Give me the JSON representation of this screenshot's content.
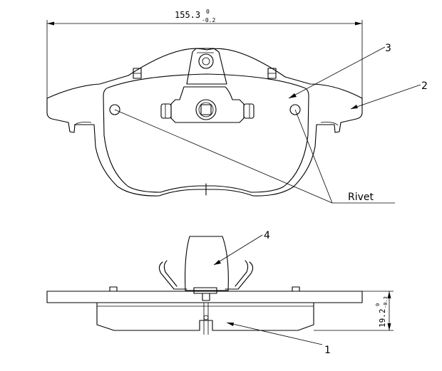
{
  "dimensions": {
    "width": {
      "value": "155.3",
      "tol_upper": "0",
      "tol_lower": "-0.2"
    },
    "thickness": {
      "value": "19.2",
      "tol_upper": "0",
      "tol_lower": "-0.3"
    }
  },
  "callouts": {
    "c1": "1",
    "c2": "2",
    "c3": "3",
    "c4": "4",
    "rivet": "Rivet"
  }
}
